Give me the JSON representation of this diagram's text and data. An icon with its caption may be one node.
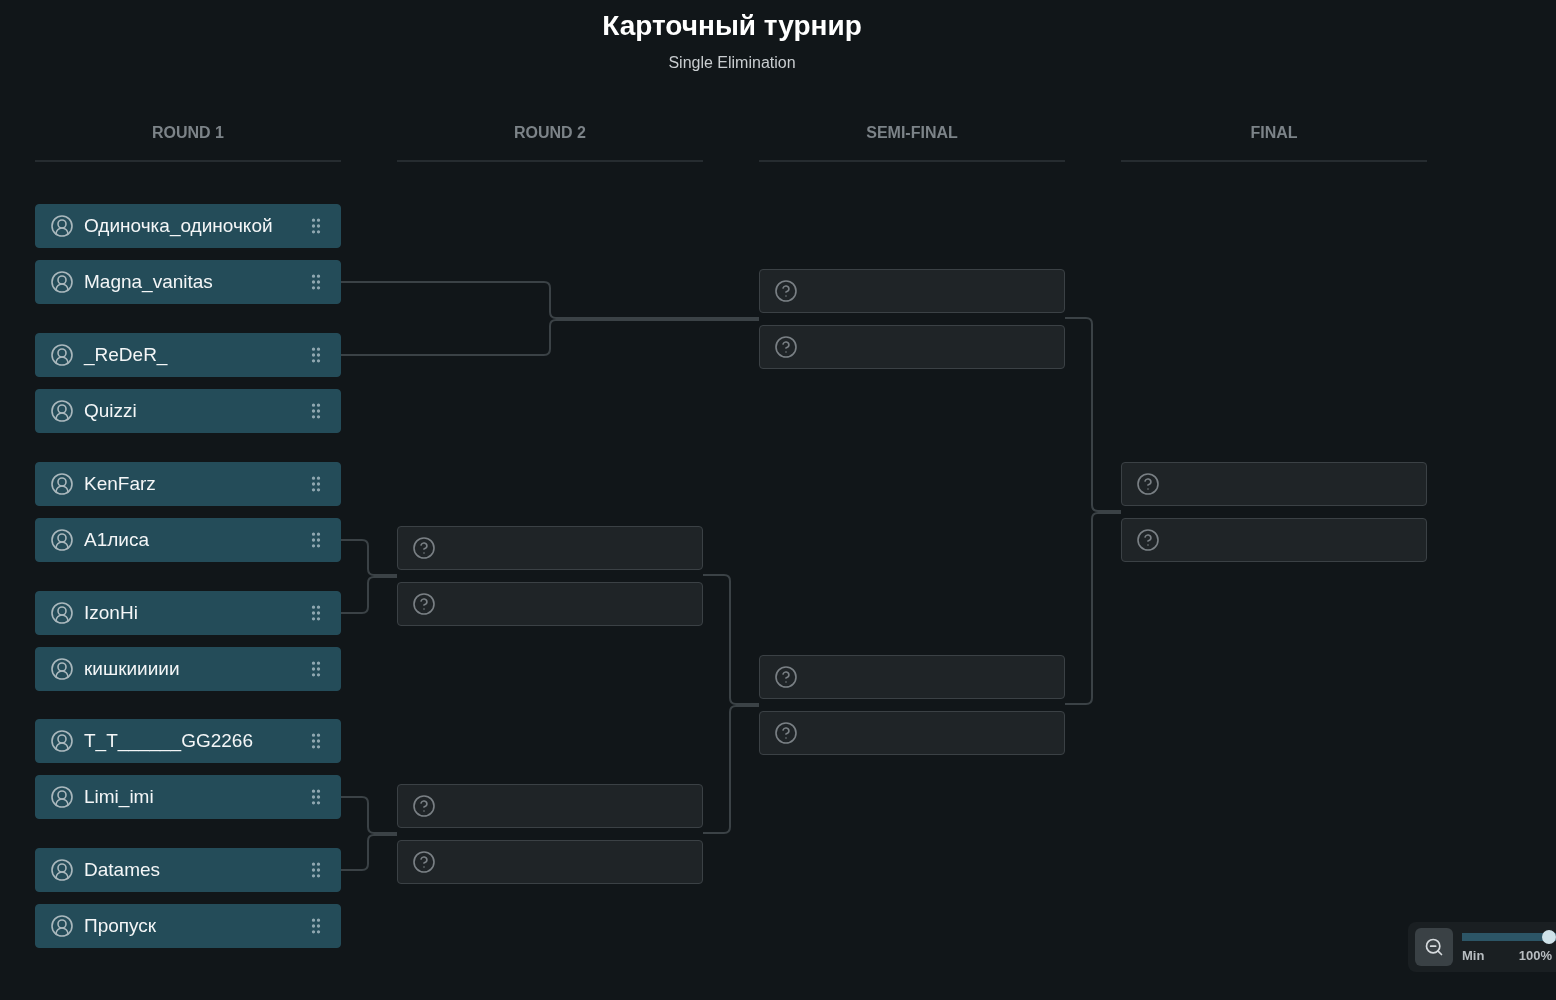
{
  "diagram": {
    "title": "Карточный турнир",
    "nodes": [
      {
        "text": [
          "Одиночка_одиночкой"
        ]
      },
      {
        "text": [
          "Magna_vanitas"
        ]
      },
      {
        "text": [
          "_ReDeR_"
        ]
      },
      {
        "text": [
          "Quizzi"
        ]
      },
      {
        "text": [
          "KenFarz"
        ]
      },
      {
        "text": [
          "A1лиса"
        ]
      },
      {
        "text": [
          "IzonHi"
        ]
      },
      {
        "text": [
          "кишкиииии"
        ]
      },
      {
        "text": [
          "T_T______GG2266"
        ]
      },
      {
        "text": [
          "Limi_imi"
        ]
      },
      {
        "text": [
          "Datames"
        ]
      },
      {
        "text": [
          "Пропуск"
        ]
      },
      {
        "text": [],
        "shape": "box"
      },
      {
        "text": [],
        "shape": "box"
      },
      {
        "text": [],
        "shape": "box"
      },
      {
        "text": [],
        "shape": "box"
      },
      {
        "text": [],
        "shape": "box"
      },
      {
        "text": [],
        "shape": "box"
      },
      {
        "text": [],
        "shape": "box"
      },
      {
        "text": [],
        "shape": "box"
      },
      {
        "text": [],
        "shape": "box"
      },
      {
        "text": [],
        "shape": "box"
      }
    ],
    "edges": [
      {
        "from": 1,
        "to": 16,
        "arrow": "none"
      },
      {
        "from": 2,
        "to": 17,
        "arrow": "none"
      },
      {
        "from": 5,
        "to": 12,
        "arrow": "none"
      },
      {
        "from": 6,
        "to": 13,
        "arrow": "none"
      },
      {
        "from": 9,
        "to": 14,
        "arrow": "none"
      },
      {
        "from": 10,
        "to": 15,
        "arrow": "none"
      },
      {
        "from": 12,
        "to": 18,
        "arrow": "none"
      },
      {
        "from": 14,
        "to": 19,
        "arrow": "none"
      },
      {
        "from": 16,
        "to": 20,
        "arrow": "none"
      },
      {
        "from": 18,
        "to": 21,
        "arrow": "none"
      }
    ],
    "labels": [
      "Single Elimination",
      "ROUND 1",
      "ROUND 2",
      "SEMI-FINAL",
      "FINAL",
      "Min",
      "100%"
    ]
  }
}
